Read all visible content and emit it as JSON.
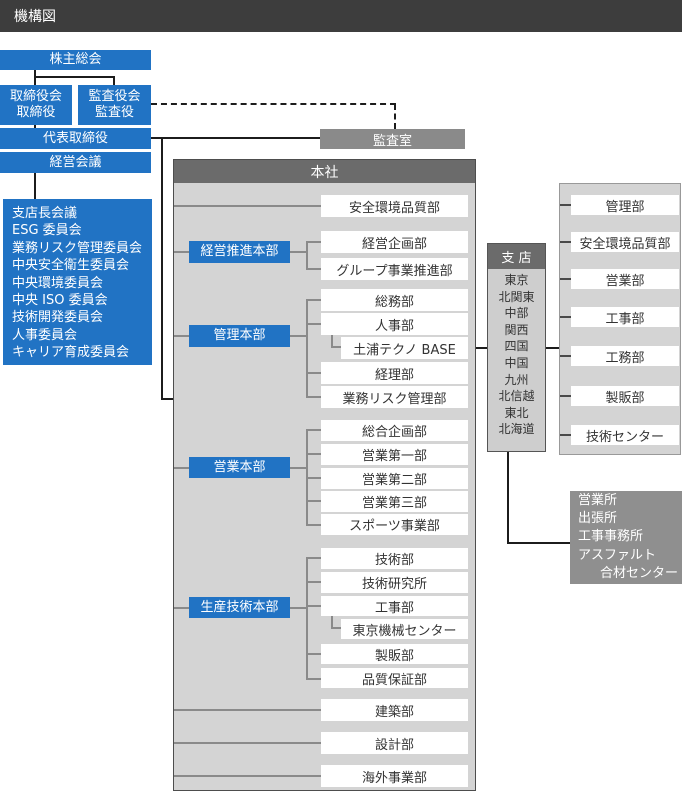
{
  "page": {
    "title": "機構図"
  },
  "colors": {
    "accent_blue": "#2173c4",
    "title_bar_gray": "#3d3d3d",
    "header_gray": "#6b6b6b",
    "panel_gray": "#d4d4d4",
    "office_gray": "#8f8f8f"
  },
  "governance": {
    "shareholders": "株主総会",
    "board_l1": "取締役会",
    "board_l2": "取締役",
    "auditors_l1": "監査役会",
    "auditors_l2": "監査役",
    "representative": "代表取締役",
    "management_council": "経営会議",
    "audit_office": "監査室",
    "committees": [
      "支店長会議",
      "ESG 委員会",
      "業務リスク管理委員会",
      "中央安全衛生委員会",
      "中央環境委員会",
      "中央 ISO 委員会",
      "技術開発委員会",
      "人事委員会",
      "キャリア育成委員会"
    ]
  },
  "head_office": {
    "title": "本社",
    "staff_dept": "安全環境品質部",
    "divisions": [
      {
        "name": "経営推進本部",
        "departments": [
          "経営企画部",
          "グループ事業推進部"
        ]
      },
      {
        "name": "管理本部",
        "departments": [
          "総務部",
          "人事部",
          "土浦テクノ BASE",
          "経理部",
          "業務リスク管理部"
        ]
      },
      {
        "name": "営業本部",
        "departments": [
          "総合企画部",
          "営業第一部",
          "営業第二部",
          "営業第三部",
          "スポーツ事業部"
        ]
      },
      {
        "name": "生産技術本部",
        "departments": [
          "技術部",
          "技術研究所",
          "工事部",
          "東京機械センター",
          "製販部",
          "品質保証部"
        ]
      }
    ],
    "direct_departments": [
      "建築部",
      "設計部",
      "海外事業部"
    ]
  },
  "branches": {
    "title": "支 店",
    "regions": [
      "東京",
      "北関東",
      "中部",
      "関西",
      "四国",
      "中国",
      "九州",
      "北信越",
      "東北",
      "北海道"
    ],
    "departments": [
      "管理部",
      "安全環境品質部",
      "営業部",
      "工事部",
      "工務部",
      "製販部",
      "技術センター"
    ],
    "offices": [
      "営業所",
      "出張所",
      "工事事務所",
      "アスファルト",
      "合材センター"
    ]
  }
}
